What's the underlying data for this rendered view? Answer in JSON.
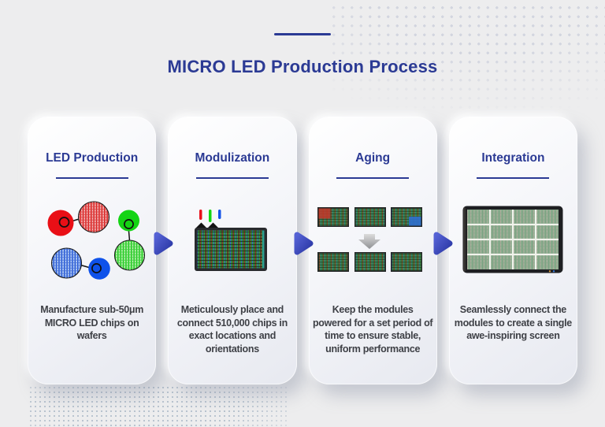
{
  "header": {
    "title": "MICRO LED Production Process"
  },
  "steps": [
    {
      "title": "LED Production",
      "description": "Manufacture sub-50μm MICRO LED chips on wafers",
      "icon": "led-chips-wafer-icon"
    },
    {
      "title": "Modulization",
      "description": "Meticulously place and connect 510,000 chips in exact locations and orientations",
      "icon": "chip-placement-module-icon"
    },
    {
      "title": "Aging",
      "description": "Keep the modules powered for a set period of time to ensure stable, uniform performance",
      "icon": "aging-modules-icon"
    },
    {
      "title": "Integration",
      "description": "Seamlessly connect the modules to create a single awe-inspiring screen",
      "icon": "integrated-screen-icon"
    }
  ],
  "colors": {
    "accent_navy": "#2b3a94",
    "arrow_blue": "#3a49c1",
    "led_red": "#e8111c",
    "led_green": "#17d617",
    "led_blue": "#1353e8",
    "background": "#ededee",
    "text_dark": "#3e4046"
  }
}
